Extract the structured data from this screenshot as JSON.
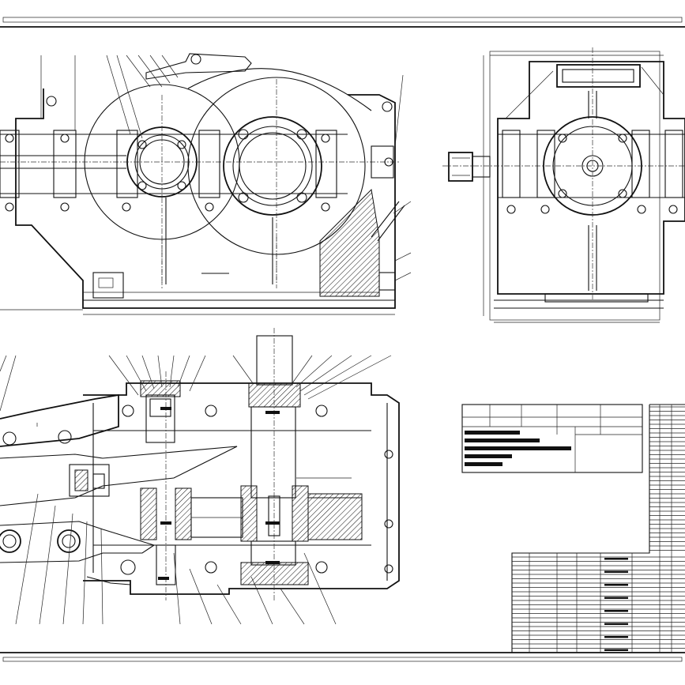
{
  "drawing": {
    "views": [
      "front-view",
      "side-view",
      "plan-section"
    ],
    "title_block": {
      "rows": 3
    },
    "parts_list": {
      "rows": 22
    }
  }
}
